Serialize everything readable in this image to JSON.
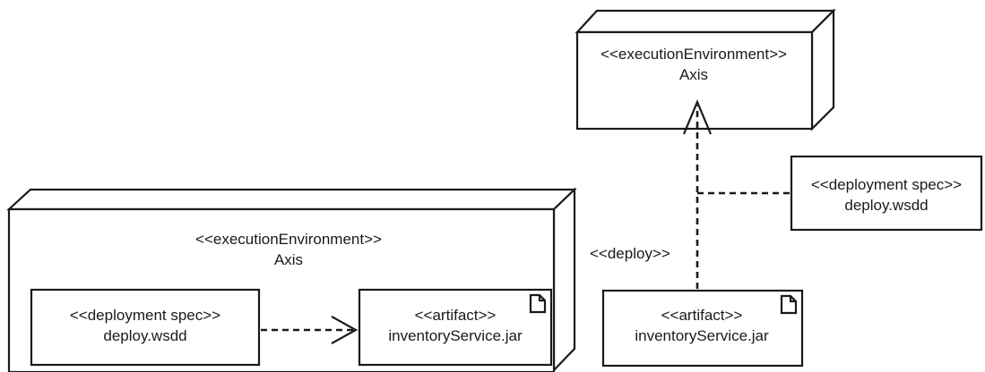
{
  "diagram": {
    "left_node": {
      "stereotype": "<<executionEnvironment>>",
      "name": "Axis",
      "deployment_spec": {
        "stereotype": "<<deployment spec>>",
        "name": "deploy.wsdd"
      },
      "artifact": {
        "stereotype": "<<artifact>>",
        "name": "inventoryService.jar"
      }
    },
    "right_node": {
      "stereotype": "<<executionEnvironment>>",
      "name": "Axis"
    },
    "deploy_label": "<<deploy>>",
    "right_artifact": {
      "stereotype": "<<artifact>>",
      "name": "inventoryService.jar"
    },
    "right_deployment_spec": {
      "stereotype": "<<deployment spec>>",
      "name": "deploy.wsdd"
    }
  }
}
